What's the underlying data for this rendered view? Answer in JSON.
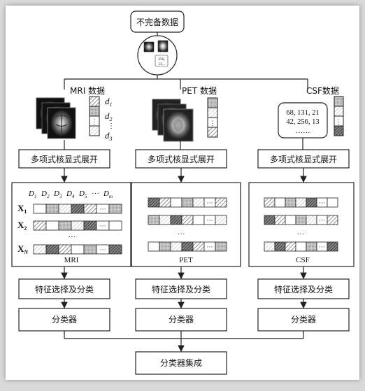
{
  "top": {
    "title": "不完备数据",
    "inner_values": [
      "256,",
      "13..."
    ]
  },
  "branches": [
    {
      "key": "mri",
      "data_label": "MRI 数据",
      "d_labels": [
        "d",
        "1",
        "d",
        "2",
        "d",
        "3"
      ],
      "step1": "多项式核显式展开",
      "d_header": [
        "D",
        "1",
        "D",
        "2",
        "D",
        "3",
        "D",
        "4",
        "D",
        "5",
        "···",
        "D",
        "m"
      ],
      "x_labels": [
        "X",
        "1",
        "X",
        "2",
        "X",
        "N"
      ],
      "ellipsis": "···",
      "panel_label": "MRI",
      "step2": "特征选择及分类",
      "step3": "分类器"
    },
    {
      "key": "pet",
      "data_label": "PET 数据",
      "step1": "多项式核显式展开",
      "ellipsis": "···",
      "panel_label": "PET",
      "step2": "特征选择及分类",
      "step3": "分类器"
    },
    {
      "key": "csf",
      "data_label": "CSF数据",
      "csf_values": [
        "68, 131, 21",
        "42, 256, 13",
        "……"
      ],
      "step1": "多项式核显式展开",
      "ellipsis": "···",
      "panel_label": "CSF",
      "step2": "特征选择及分类",
      "step3": "分类器"
    }
  ],
  "final": {
    "label": "分类器集成"
  }
}
